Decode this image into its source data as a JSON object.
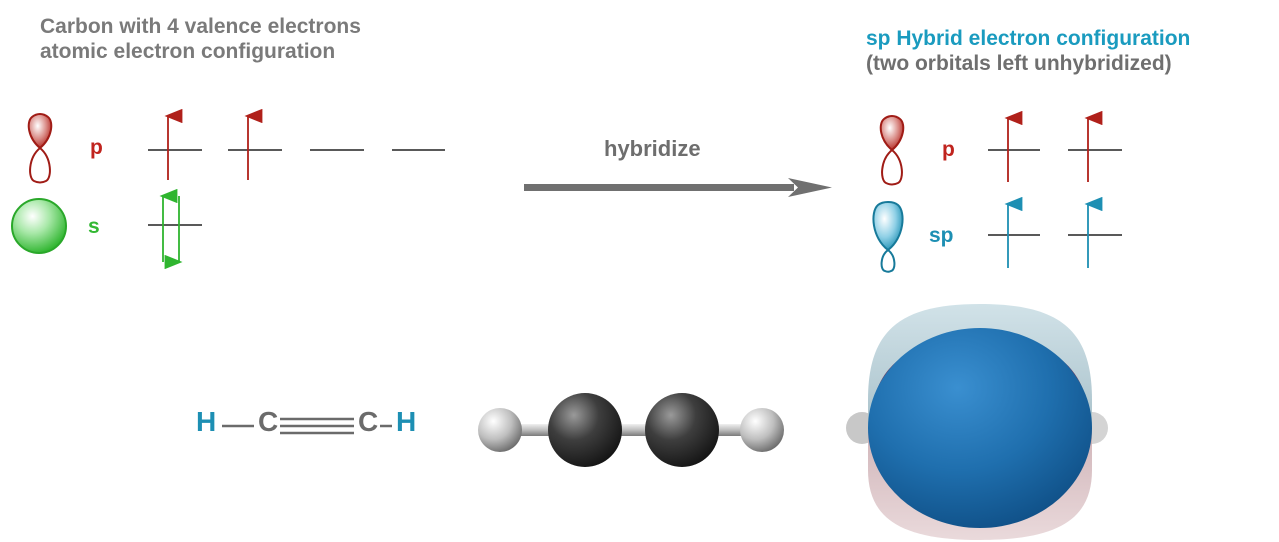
{
  "left_title": {
    "line1": "Carbon with 4 valence electrons",
    "line2": "atomic electron configuration"
  },
  "right_title": {
    "line1": "sp Hybrid electron configuration",
    "line2": "(two orbitals left unhybridized)"
  },
  "arrow": {
    "label": "hybridize"
  },
  "left_levels": {
    "p_label": "p",
    "s_label": "s"
  },
  "right_levels": {
    "p_label": "p",
    "sp_label": "sp"
  },
  "formula": {
    "h_left": "H",
    "c_left": "C",
    "c_right": "C",
    "h_right": "H"
  },
  "colors": {
    "red": "#b0201a",
    "green": "#2fb52f",
    "blue": "#1d8fb3",
    "gray_text": "#7a7a7a",
    "arrow_gray": "#707070"
  }
}
